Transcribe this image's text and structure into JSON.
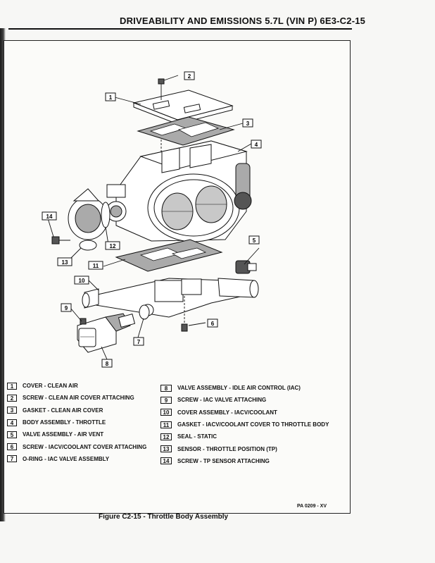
{
  "header": {
    "text": "DRIVEABILITY AND EMISSIONS 5.7L (VIN P) 6E3-C2-15"
  },
  "callouts": [
    "1",
    "2",
    "3",
    "4",
    "5",
    "6",
    "7",
    "8",
    "9",
    "10",
    "11",
    "12",
    "13",
    "14"
  ],
  "legend": {
    "left": [
      {
        "num": "1",
        "label": "COVER - CLEAN AIR"
      },
      {
        "num": "2",
        "label": "SCREW - CLEAN AIR COVER ATTACHING"
      },
      {
        "num": "3",
        "label": "GASKET - CLEAN AIR COVER"
      },
      {
        "num": "4",
        "label": "BODY ASSEMBLY - THROTTLE"
      },
      {
        "num": "5",
        "label": "VALVE ASSEMBLY - AIR VENT"
      },
      {
        "num": "6",
        "label": "SCREW - IACV/COOLANT COVER ATTACHING"
      },
      {
        "num": "7",
        "label": "O-RING - IAC VALVE ASSEMBLY"
      }
    ],
    "right": [
      {
        "num": "8",
        "label": "VALVE ASSEMBLY - IDLE AIR CONTROL (IAC)"
      },
      {
        "num": "9",
        "label": "SCREW - IAC VALVE ATTACHING"
      },
      {
        "num": "10",
        "label": "COVER ASSEMBLY - IACV/COOLANT"
      },
      {
        "num": "11",
        "label": "GASKET - IACV/COOLANT COVER TO THROTTLE BODY"
      },
      {
        "num": "12",
        "label": "SEAL - STATIC"
      },
      {
        "num": "13",
        "label": "SENSOR - THROTTLE POSITION (TP)"
      },
      {
        "num": "14",
        "label": "SCREW - TP SENSOR ATTACHING"
      }
    ]
  },
  "stamp": "PA 0209 - XV",
  "caption": "Figure C2-15 - Throttle Body Assembly"
}
